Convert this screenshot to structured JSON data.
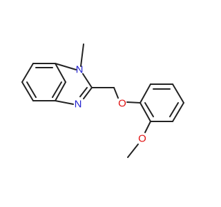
{
  "molecule": {
    "atoms": {
      "n1": {
        "symbol": "N",
        "color": "#1f1fcf"
      },
      "n3": {
        "symbol": "N",
        "color": "#1f1fcf"
      },
      "o_ether": {
        "symbol": "O",
        "color": "#e01010"
      },
      "o_methoxy": {
        "symbol": "O",
        "color": "#e01010"
      }
    }
  }
}
